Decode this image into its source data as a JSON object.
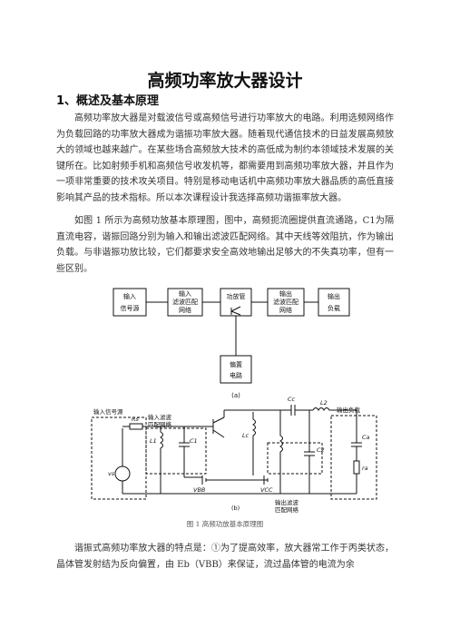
{
  "document": {
    "title": "高频功率放大器设计",
    "section_heading": "1、概述及基本原理",
    "paragraphs": [
      "高频功率放大器是对载波信号或高频信号进行功率放大的电路。利用选频网络作为负载回路的功率放大器成为谐振功率放大器。随着现代通信技术的日益发展高频放大的领域也越来越广。在某些场合高频放大技术的高低成为制约本领域技术发展的关键所在。比如射频手机和高频信号收发机等，都需要用到高频功率放大器，并且作为一项非常重要的技术攻关项目。特别是移动电话机中高频功率放大器品质的高低直接影响其产品的技术指标。所以本次课程设计我选择高频功谐振率放大器。",
      "如图 1 所示为高频功放基本原理图，图中，高频扼流圈提供直流通路，C1为隔直流电容，谐振回路分别为输入和输出滤波匹配网络。其中天线等效阻抗，作为输出负载。与非谐振功放比较，它们都要求安全高效地输出足够大的不失真功率，但有一些区别。",
      "谐振式高频功率放大器的特点是：①为了提高效率，放大器常工作于丙类状态，晶体管发射结为反向偏置，由 Eb（VBB）来保证，流过晶体管的电流为余"
    ],
    "figure_caption": "图 1 高频功放基本原理图"
  },
  "figure": {
    "block_diagram": {
      "blocks": [
        {
          "line1": "输入",
          "line2": "信号源"
        },
        {
          "line1": "输入",
          "line2": "滤波匹配",
          "line3": "网络"
        },
        {
          "line1": "功放管"
        },
        {
          "line1": "输出",
          "line2": "滤波匹配",
          "line3": "网络"
        },
        {
          "line1": "输出",
          "line2": "负载"
        }
      ],
      "bias_block": {
        "line1": "偏置",
        "line2": "电路"
      },
      "label": "(a)"
    },
    "circuit": {
      "input_source_label": "输入信号源",
      "input_network_label_1": "输入滤波",
      "input_network_label_2": "匹配网络",
      "output_load_label": "输出负载",
      "output_network_label_1": "输出滤波",
      "output_network_label_2": "匹配网络",
      "rs": "Rs",
      "vs": "vs",
      "l1": "L1",
      "c1": "C1",
      "lc": "Lc",
      "cc": "Cc",
      "c2": "C2",
      "l2": "L2",
      "ca": "Ca",
      "ra": "ra",
      "vbb": "VBB",
      "vcc": "VCC",
      "label": "(b)"
    }
  }
}
